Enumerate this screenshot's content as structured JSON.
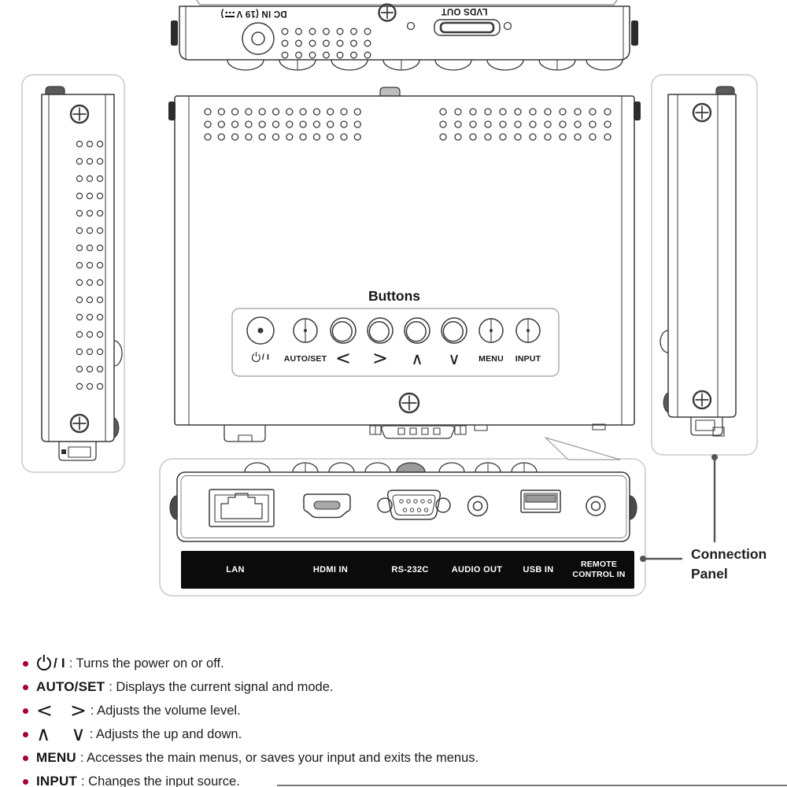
{
  "top_view": {
    "dc_in_prefix": "DC IN (19 V",
    "dc_in_suffix": ")",
    "lvds_out": "LVDS OUT"
  },
  "main_view": {
    "title": "Buttons",
    "buttons": {
      "power_suffix": "/ I",
      "auto_set": "AUTO/SET",
      "left": "<",
      "right": ">",
      "up": "∧",
      "down": "∨",
      "menu": "MENU",
      "input": "INPUT"
    }
  },
  "connection_panel": {
    "callout": "Connection Panel",
    "ports": [
      "LAN",
      "HDMI IN",
      "RS-232C",
      "AUDIO OUT",
      "USB IN",
      "REMOTE CONTROL IN"
    ]
  },
  "colors": {
    "bullet": "#a50034",
    "strip": "#0b0b0b",
    "line_art": "#3a3a3a"
  },
  "legend": {
    "items": [
      {
        "term": "/ I",
        "desc": ": Turns the power on or off."
      },
      {
        "term": "AUTO/SET",
        "desc": ": Displays the current signal and mode."
      },
      {
        "term_a": "<",
        "term_b": ">",
        "desc": ": Adjusts the volume level."
      },
      {
        "term_a": "∧",
        "term_b": "∨",
        "desc": ": Adjusts the up and down."
      },
      {
        "term": "MENU",
        "desc": ": Accesses the main menus, or saves your input and exits the menus."
      },
      {
        "term": "INPUT",
        "desc": ": Changes the input source."
      }
    ]
  }
}
